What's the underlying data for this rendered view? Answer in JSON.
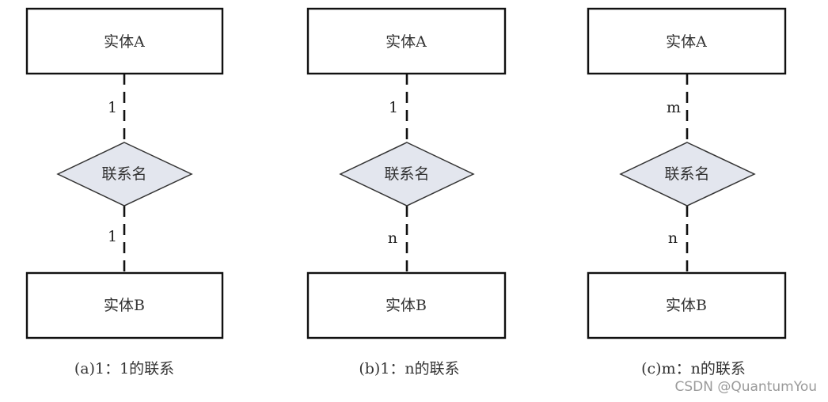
{
  "diagrams": [
    {
      "entity_top": "实体A",
      "relationship": "联系名",
      "cardinality_top": "1",
      "cardinality_bottom": "1",
      "entity_bottom": "实体B",
      "caption": "(a)1：1的联系"
    },
    {
      "entity_top": "实体A",
      "relationship": "联系名",
      "cardinality_top": "1",
      "cardinality_bottom": "n",
      "entity_bottom": "实体B",
      "caption": "(b)1：n的联系"
    },
    {
      "entity_top": "实体A",
      "relationship": "联系名",
      "cardinality_top": "m",
      "cardinality_bottom": "n",
      "entity_bottom": "实体B",
      "caption": "(c)m：n的联系"
    }
  ],
  "watermark": "CSDN @QuantumYou",
  "colors": {
    "diamond_fill": "#e3e6ee",
    "stroke": "#111111",
    "text": "#333333",
    "watermark": "#9a9a9a"
  }
}
